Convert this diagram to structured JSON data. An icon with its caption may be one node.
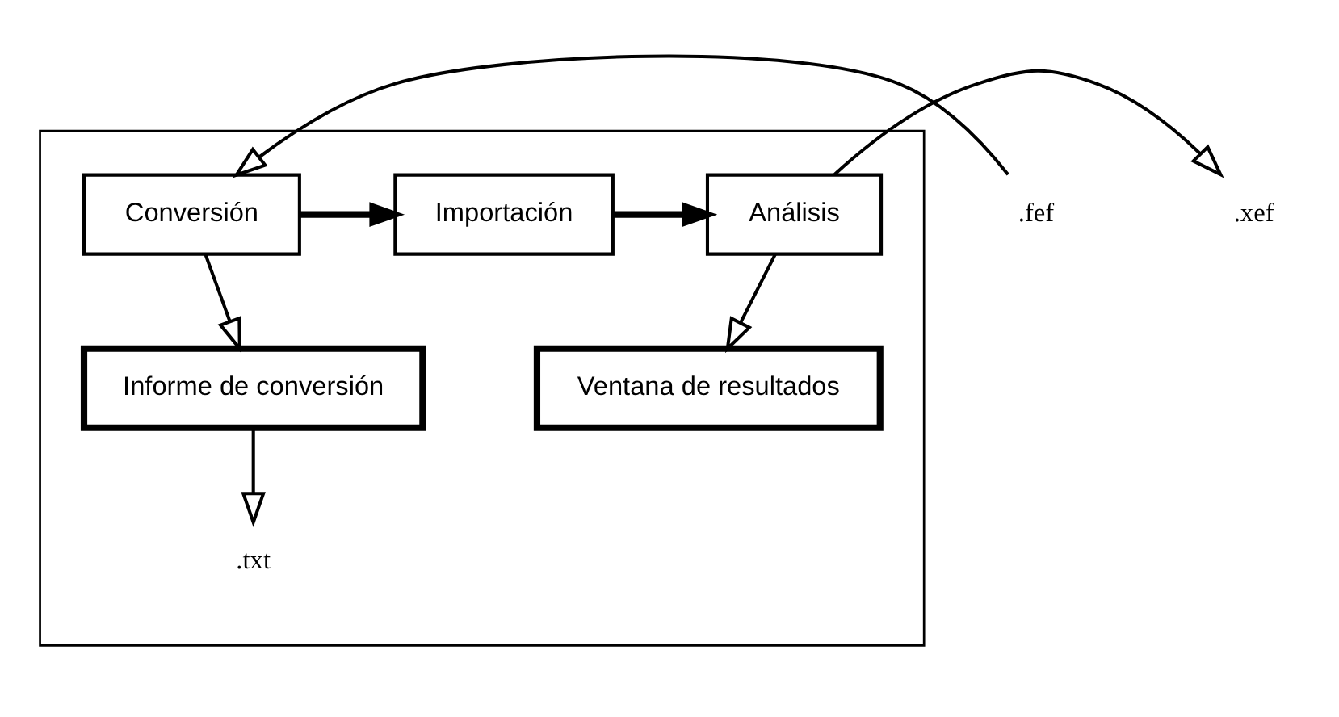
{
  "diagram": {
    "nodes": [
      {
        "text": [],
        "shape": "box"
      },
      {
        "text": [
          ".fef"
        ]
      },
      {
        "text": [
          "Conversión"
        ],
        "in": 0
      },
      {
        "text": [
          "Importación"
        ],
        "in": 0
      },
      {
        "text": [
          "Análisis"
        ],
        "in": 0
      },
      {
        "text": [
          ".xef"
        ]
      },
      {
        "text": [
          "Informe de conversión"
        ],
        "in": 0
      },
      {
        "text": [
          "Ventana de resultados"
        ],
        "in": 0
      },
      {
        "text": [
          ".txt"
        ],
        "in": 0
      }
    ],
    "edges": [
      {
        "from": 1,
        "to": 2,
        "arrow": "to"
      },
      {
        "from": 2,
        "to": 3,
        "arrow": "to",
        "style": "thick"
      },
      {
        "from": 3,
        "to": 4,
        "arrow": "to",
        "style": "thick"
      },
      {
        "from": 4,
        "to": 5,
        "arrow": "to"
      },
      {
        "from": 2,
        "to": 6,
        "arrow": "to"
      },
      {
        "from": 4,
        "to": 7,
        "arrow": "to"
      },
      {
        "from": 6,
        "to": 8,
        "arrow": "to"
      }
    ]
  }
}
